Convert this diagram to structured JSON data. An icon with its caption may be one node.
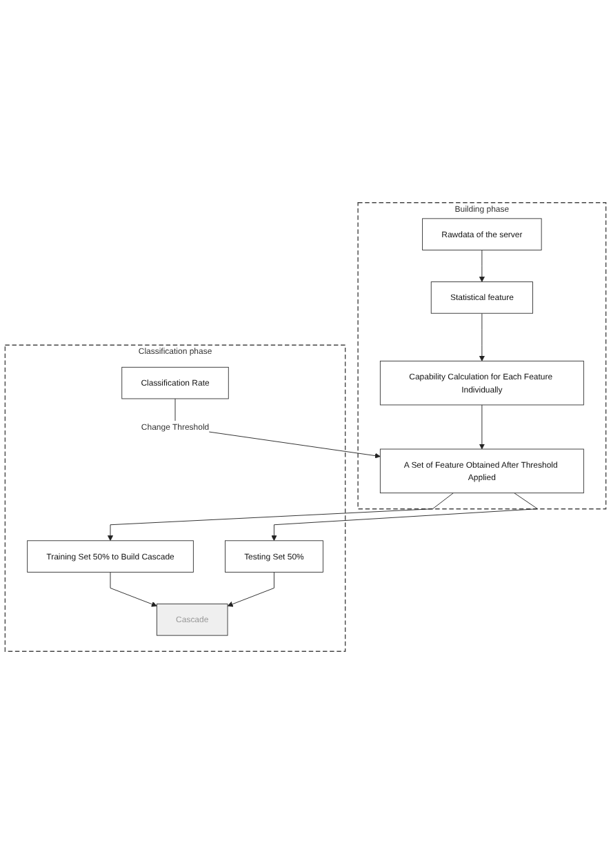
{
  "diagram": {
    "nodes": [
      {
        "text": [
          "Building phase"
        ]
      },
      {
        "text": [
          "Rawdata of the server"
        ],
        "in": 0
      },
      {
        "text": [
          "Statistical feature"
        ],
        "in": 0
      },
      {
        "text": [
          "Capability Calculation for Each Feature Individually"
        ],
        "in": 0
      },
      {
        "text": [
          "A Set of Feature Obtained After Threshold Applied"
        ],
        "in": 0
      },
      {
        "text": [
          "Classification phase"
        ]
      },
      {
        "text": [
          "Training Set 50% to Build Cascade"
        ],
        "in": 5
      },
      {
        "text": [
          "Testing Set 50%"
        ],
        "in": 5
      },
      {
        "text": [
          "Cascade"
        ],
        "in": 5
      },
      {
        "text": [
          "Classification Rate"
        ],
        "in": 5
      }
    ],
    "edges": [
      {
        "from": 1,
        "to": 2,
        "arrow": "to"
      },
      {
        "from": 2,
        "to": 3,
        "arrow": "to"
      },
      {
        "from": 3,
        "to": 4,
        "arrow": "to"
      },
      {
        "from": 4,
        "to": 6,
        "arrow": "to"
      },
      {
        "from": 4,
        "to": 7,
        "arrow": "to"
      },
      {
        "from": 6,
        "to": 8,
        "arrow": "to"
      },
      {
        "from": 7,
        "to": 8,
        "arrow": "to"
      },
      {
        "from": 9,
        "to": 4,
        "arrow": "to",
        "label": "Change Threshold"
      }
    ]
  }
}
